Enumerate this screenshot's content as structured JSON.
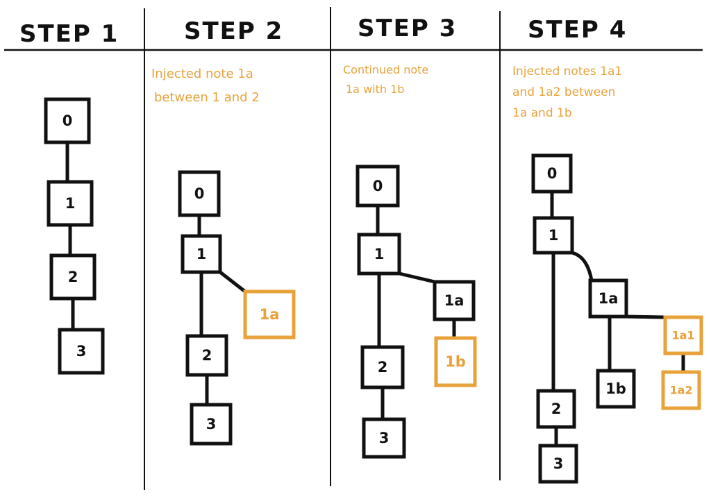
{
  "colors": {
    "ink": "#111111",
    "highlight": "#e8a23a"
  },
  "steps": [
    {
      "title": "STEP 1",
      "note": [],
      "nodes": [
        {
          "id": "s1-0",
          "label": "0",
          "highlight": false
        },
        {
          "id": "s1-1",
          "label": "1",
          "highlight": false
        },
        {
          "id": "s1-2",
          "label": "2",
          "highlight": false
        },
        {
          "id": "s1-3",
          "label": "3",
          "highlight": false
        }
      ],
      "edges": [
        [
          "s1-0",
          "s1-1"
        ],
        [
          "s1-1",
          "s1-2"
        ],
        [
          "s1-2",
          "s1-3"
        ]
      ]
    },
    {
      "title": "STEP 2",
      "note": [
        "Injected note 1a",
        "between 1 and 2"
      ],
      "nodes": [
        {
          "id": "s2-0",
          "label": "0",
          "highlight": false
        },
        {
          "id": "s2-1",
          "label": "1",
          "highlight": false
        },
        {
          "id": "s2-1a",
          "label": "1a",
          "highlight": true
        },
        {
          "id": "s2-2",
          "label": "2",
          "highlight": false
        },
        {
          "id": "s2-3",
          "label": "3",
          "highlight": false
        }
      ],
      "edges": [
        [
          "s2-0",
          "s2-1"
        ],
        [
          "s2-1",
          "s2-2"
        ],
        [
          "s2-1",
          "s2-1a"
        ],
        [
          "s2-2",
          "s2-3"
        ]
      ]
    },
    {
      "title": "STEP 3",
      "note": [
        "Continued note",
        "1a with 1b"
      ],
      "nodes": [
        {
          "id": "s3-0",
          "label": "0",
          "highlight": false
        },
        {
          "id": "s3-1",
          "label": "1",
          "highlight": false
        },
        {
          "id": "s3-1a",
          "label": "1a",
          "highlight": false
        },
        {
          "id": "s3-1b",
          "label": "1b",
          "highlight": true
        },
        {
          "id": "s3-2",
          "label": "2",
          "highlight": false
        },
        {
          "id": "s3-3",
          "label": "3",
          "highlight": false
        }
      ],
      "edges": [
        [
          "s3-0",
          "s3-1"
        ],
        [
          "s3-1",
          "s3-2"
        ],
        [
          "s3-1",
          "s3-1a"
        ],
        [
          "s3-1a",
          "s3-1b"
        ],
        [
          "s3-2",
          "s3-3"
        ]
      ]
    },
    {
      "title": "STEP 4",
      "note": [
        "Injected notes 1a1",
        "and 1a2 between",
        "1a and 1b"
      ],
      "nodes": [
        {
          "id": "s4-0",
          "label": "0",
          "highlight": false
        },
        {
          "id": "s4-1",
          "label": "1",
          "highlight": false
        },
        {
          "id": "s4-1a",
          "label": "1a",
          "highlight": false
        },
        {
          "id": "s4-1b",
          "label": "1b",
          "highlight": false
        },
        {
          "id": "s4-1a1",
          "label": "1a1",
          "highlight": true
        },
        {
          "id": "s4-1a2",
          "label": "1a2",
          "highlight": true
        },
        {
          "id": "s4-2",
          "label": "2",
          "highlight": false
        },
        {
          "id": "s4-3",
          "label": "3",
          "highlight": false
        }
      ],
      "edges": [
        [
          "s4-0",
          "s4-1"
        ],
        [
          "s4-1",
          "s4-2"
        ],
        [
          "s4-1",
          "s4-1a"
        ],
        [
          "s4-1a",
          "s4-1b"
        ],
        [
          "s4-1a",
          "s4-1a1"
        ],
        [
          "s4-1a1",
          "s4-1a2"
        ],
        [
          "s4-2",
          "s4-3"
        ]
      ]
    }
  ]
}
